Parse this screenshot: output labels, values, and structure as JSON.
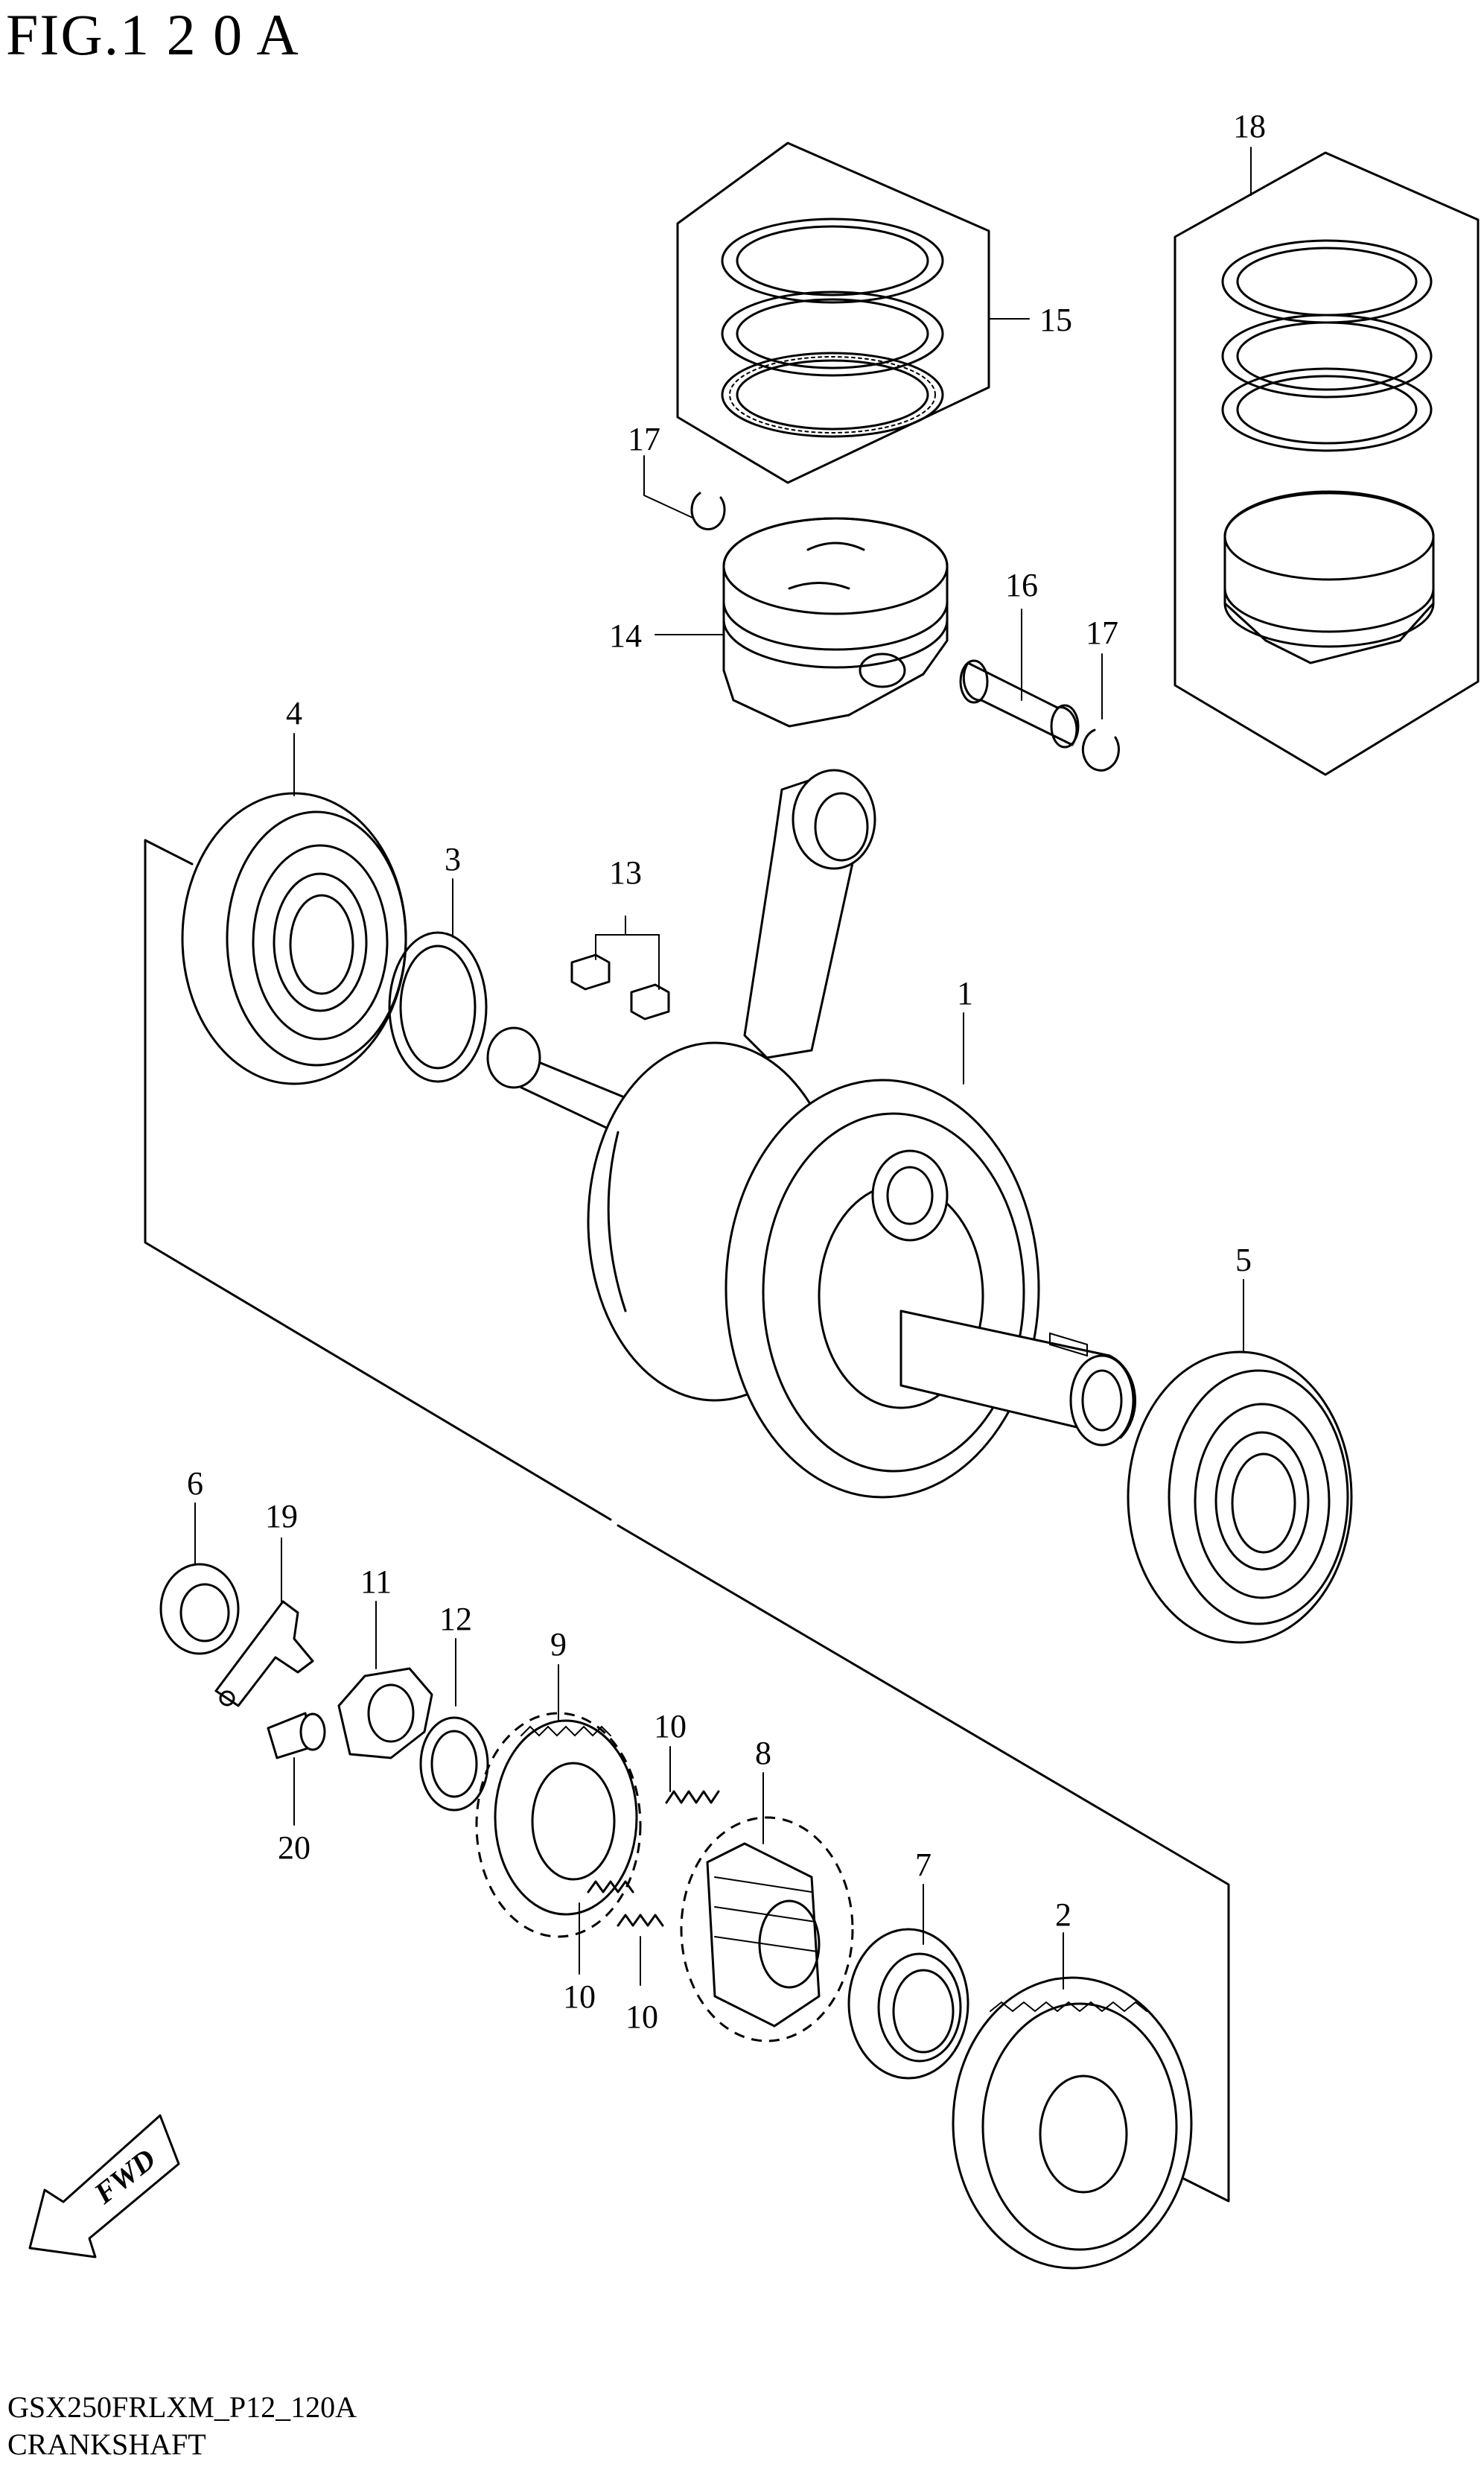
{
  "figure": {
    "title": "FIG.1 2 0 A",
    "code": "GSX250FRLXM_P12_120A",
    "name": "CRANKSHAFT",
    "fwd_label": "FWD"
  },
  "callouts": [
    "1",
    "2",
    "3",
    "4",
    "5",
    "6",
    "7",
    "8",
    "9",
    "10",
    "10",
    "10",
    "11",
    "12",
    "13",
    "14",
    "15",
    "16",
    "17",
    "17",
    "18",
    "19",
    "20"
  ]
}
